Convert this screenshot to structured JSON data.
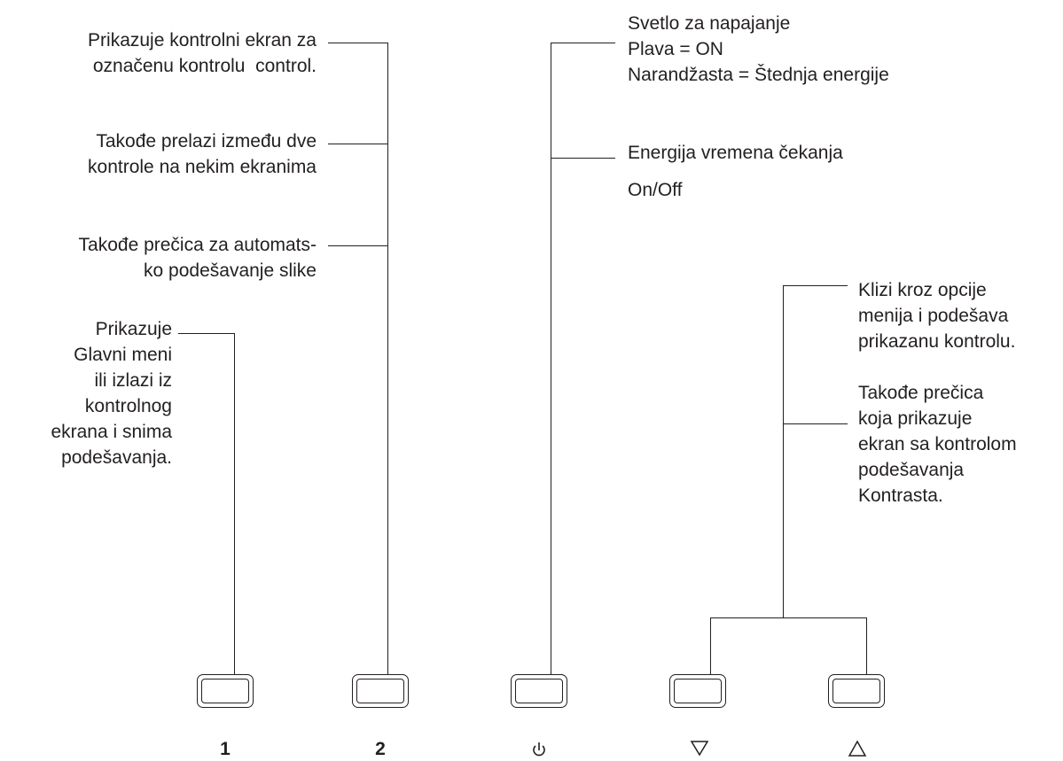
{
  "left_annotations": {
    "select": "Prikazuje kontrolni ekran za\noznačenu kontrolu  control.",
    "toggle": "Takođe prelazi između dve\nkontrole na nekim ekranima",
    "auto": "Takođe prečica za automats-\nko podešavanje slike",
    "menu": "Prikazuje\nGlavni meni\nili izlazi iz\nkontrolnog\nekrana i snima\npodešavanja."
  },
  "power_annotations": {
    "light": "Svetlo za napajanje\nPlava = ON\nNarandžasta = Štednja energije",
    "standby_title": "Energija vremena čekanja",
    "standby_state": "On/Off"
  },
  "arrow_annotations": {
    "scroll": "Klizi kroz opcije\nmenija i podešava\nprikazanu kontrolu.",
    "contrast": "Takođe prečica\nkoja prikazuje\nekran sa kontrolom\npodešavanja\nKontrasta."
  },
  "buttons": [
    {
      "label": "1",
      "icon": "text"
    },
    {
      "label": "2",
      "icon": "text"
    },
    {
      "label": "",
      "icon": "power-icon"
    },
    {
      "label": "",
      "icon": "down-triangle-icon"
    },
    {
      "label": "",
      "icon": "up-triangle-icon"
    }
  ],
  "colors": {
    "ink": "#231f20",
    "background": "#ffffff"
  }
}
